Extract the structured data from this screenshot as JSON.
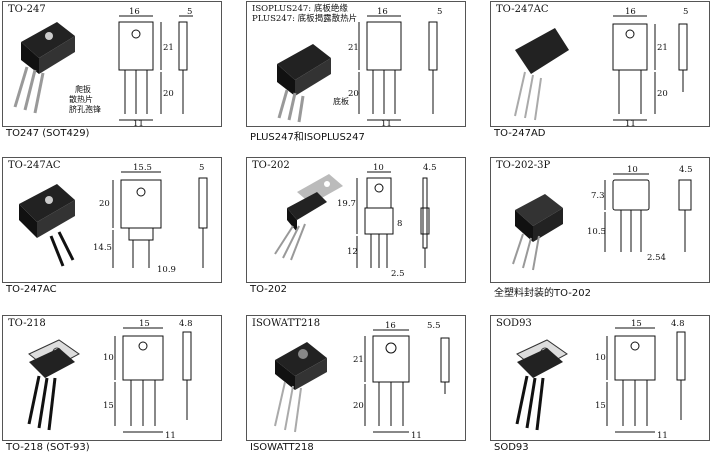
{
  "packages": [
    {
      "title": "TO-247",
      "caption": "TO247 (SOT429)",
      "dims": [
        "16",
        "5",
        "21",
        "20",
        "11"
      ],
      "notes": [
        "爬扳",
        "散热片",
        "脐孔孢锋"
      ]
    },
    {
      "title": "ISOPLUS247: 底板绝缘\nPLUS247: 底板揭露散热片",
      "title_line1": "ISOPLUS247: 底板绝缘",
      "title_line2": "PLUS247: 底板揭露散热片",
      "caption": "PLUS247和ISOPLUS247",
      "dims": [
        "16",
        "5",
        "21",
        "20",
        "11"
      ],
      "notes": [
        "底板"
      ]
    },
    {
      "title": "TO-247AC",
      "caption": "TO-247AD",
      "dims": [
        "16",
        "5",
        "21",
        "20",
        "11"
      ],
      "notes": []
    },
    {
      "title": "TO-247AC",
      "caption": "TO-247AC",
      "dims": [
        "15.5",
        "5",
        "20",
        "14.5",
        "10.9"
      ],
      "notes": []
    },
    {
      "title": "TO-202",
      "caption": "TO-202",
      "dims": [
        "10",
        "4.5",
        "19.7",
        "8",
        "12",
        "2.5"
      ],
      "notes": []
    },
    {
      "title": "TO-202-3P",
      "caption": "全塑料封装的TO-202",
      "dims": [
        "10",
        "4.5",
        "7.3",
        "10.5",
        "2.54"
      ],
      "notes": []
    },
    {
      "title": "TO-218",
      "caption": "TO-218 (SOT-93)",
      "dims": [
        "15",
        "4.8",
        "10",
        "15",
        "11"
      ],
      "notes": []
    },
    {
      "title": "ISOWATT218",
      "caption": "ISOWATT218",
      "dims": [
        "16",
        "5.5",
        "21",
        "20",
        "11"
      ],
      "notes": []
    },
    {
      "title": "SOD93",
      "caption": "SOD93",
      "dims": [
        "15",
        "4.8",
        "10",
        "15",
        "11"
      ],
      "notes": []
    }
  ]
}
